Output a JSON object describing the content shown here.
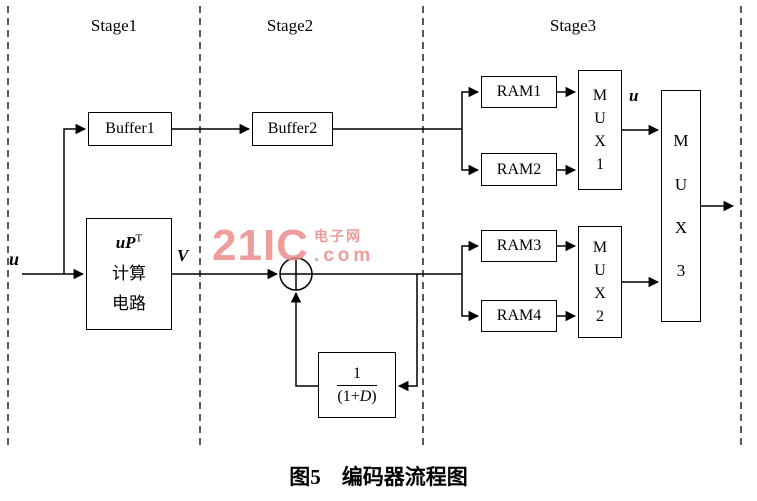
{
  "stages": {
    "stage1": "Stage1",
    "stage2": "Stage2",
    "stage3": "Stage3"
  },
  "labels": {
    "input_u": "u",
    "v_signal": "V",
    "mux1_output_u": "u"
  },
  "blocks": {
    "buffer1": "Buffer1",
    "buffer2": "Buffer2",
    "circuit": {
      "formula_base": "uP",
      "formula_sup": "T",
      "line2": "计算",
      "line3": "电路"
    },
    "feedback": {
      "numerator": "1",
      "den_open": "(1+",
      "den_var": "D",
      "den_close": ")"
    },
    "ram1": "RAM1",
    "ram2": "RAM2",
    "ram3": "RAM3",
    "ram4": "RAM4",
    "mux1": "MUX1",
    "mux2": "MUX2",
    "mux3": "MUX3"
  },
  "watermark": {
    "brand": "21IC",
    "site": "电子网",
    "domain": ".com"
  },
  "caption": "图5　编码器流程图"
}
